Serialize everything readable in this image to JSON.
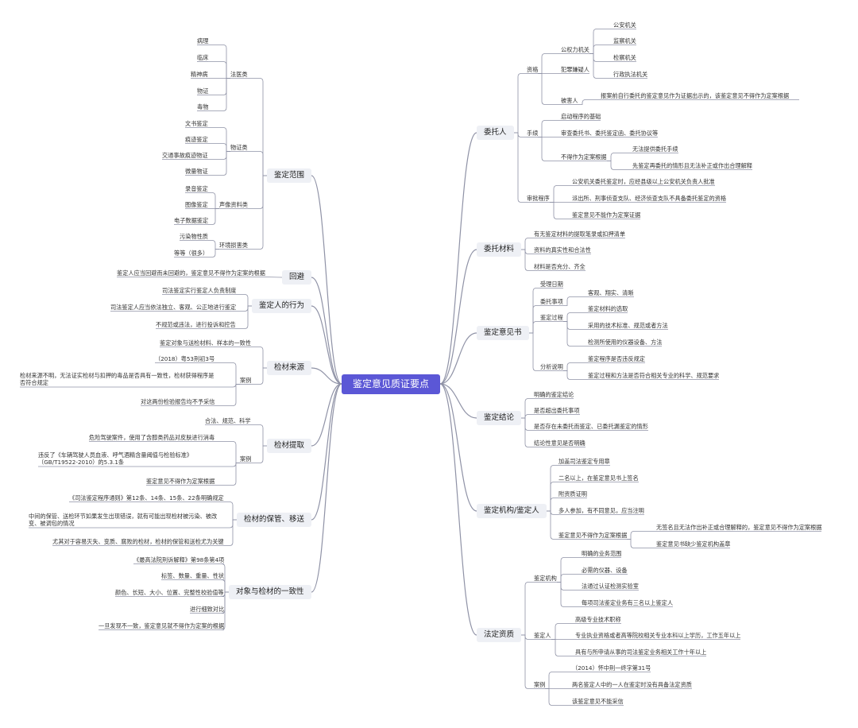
{
  "root": "鉴定意见质证要点",
  "colors": {
    "root": "#5b57d6",
    "branch_bg": "#eef0f5",
    "line": "#8f92a6"
  },
  "nodes": {
    "r1": "鉴定范围",
    "r1a": "法医类",
    "r1a1": "病理",
    "r1a2": "临床",
    "r1a3": "精神病",
    "r1a4": "物证",
    "r1a5": "毒物",
    "r1b": "物证类",
    "r1b1": "文书鉴定",
    "r1b2": "痕迹鉴定",
    "r1b3": "交通事故痕迹物证",
    "r1b4": "微量物证",
    "r1c": "声像资料类",
    "r1c1": "录音鉴定",
    "r1c2": "图像鉴定",
    "r1c3": "电子数据鉴定",
    "r1d": "环境损害类",
    "r1d1": "污染物性质",
    "r1d2": "等等（很多）",
    "r2": "回避",
    "r2a": "鉴定人应当回避而未回避的，鉴定意见不得作为定案的根据",
    "r3": "鉴定人的行为",
    "r3a": "司法鉴定实行鉴定人负责制度",
    "r3b": "司法鉴定人应当依法独立、客观、公正地进行鉴定",
    "r3c": "不规范或违法，进行投诉和控告",
    "r4": "检材来源",
    "r4a": "鉴定对象与送检材料、样本的一致性",
    "r4b": "案例",
    "r4b1": "（2018）粤53刑初3号",
    "r4b2": "检材来源不明，无法证实检材与扣押的毒品是否具有一致性，检材获得程序是否符合规定",
    "r4b3": "对这两份检验报告均不予采信",
    "r5": "检材提取",
    "r5a": "合法、规范、科学",
    "r5b": "案例",
    "r5b1": "危险驾驶案件，使用了含醇类药品对皮肤进行消毒",
    "r5b2": "违反了《车辆驾驶人员血液、呼气酒精含量阈值与检验标准》（GB/T19522-2010）的5.3.1条",
    "r5b3": "鉴定意见不得作为定案根据",
    "r6": "检材的保管、移送",
    "r6a": "《司法鉴定程序通则》第12条、14条、15条、22条明确规定",
    "r6b": "中间的保管、送检环节如果发生出现错误，就有可能出现检材被污染、被改变、被调包的情况",
    "r6c": "尤其对于容易灭失、变质、腐败的检材，检材的保管和送检尤为关键",
    "r7": "对象与检材的一致性",
    "r7a": "《最高法院刑诉解释》第98条第4项",
    "r7b": "标签、数量、重量、性状",
    "r7c": "颜色、长短、大小、位置、完整性校验值等",
    "r7d": "进行细致对比",
    "r7e": "一旦发现不一致，鉴定意见就不得作为定案的根据",
    "l1": "委托人",
    "l1a": "资格",
    "l1a1": "公权力机关",
    "l1a1a": "公安机关",
    "l1a1b": "监察机关",
    "l1a1c": "检察机关",
    "l1a1d": "行政执法机关",
    "l1a2": "犯罪嫌疑人",
    "l1a3": "被害人",
    "l1a3a": "报案前自行委托的鉴定意见作为证据出示的，该鉴定意见不得作为定案根据",
    "l1b": "手续",
    "l1b1": "启动程序的基础",
    "l1b2": "审查委托书、委托鉴定函、委托协议等",
    "l1b3": "不得作为定案根据",
    "l1b3a": "无法提供委托手续",
    "l1b3b": "先鉴定再委托的情形且无法补正或作出合理解释",
    "l1c": "审批程序",
    "l1c1": "公安机关委托鉴定时，应经县级以上公安机关负责人批准",
    "l1c2": "派出所、刑事侦查支队、经济侦查支队不具备委托鉴定的资格",
    "l1c3": "鉴定意见不能作为定案证据",
    "l2": "委托材料",
    "l2a": "有无鉴定材料的提取笔录或扣押清单",
    "l2b": "资料的真实性和合法性",
    "l2c": "材料是否充分、齐全",
    "l3": "鉴定意见书",
    "l3a": "受理日期",
    "l3b": "委托事项",
    "l3b1": "客观、翔实、清晰",
    "l3c": "鉴定过程",
    "l3c1": "鉴定材料的选取",
    "l3c2": "采用的技术标准、规范或者方法",
    "l3c3": "检测所使用的仪器设备、方法",
    "l3d": "分析说明",
    "l3d1": "鉴定程序是否违反规定",
    "l3d2": "鉴定过程和方法是否符合相关专业的科学、规范要求",
    "l4": "鉴定结论",
    "l4a": "明确的鉴定结论",
    "l4b": "是否超出委托事项",
    "l4c": "是否存在未委托而鉴定、已委托漏鉴定的情形",
    "l4d": "结论性意见是否明确",
    "l5": "鉴定机构/鉴定人",
    "l5a": "加盖司法鉴定专用章",
    "l5b": "二名以上，在鉴定意见书上签名",
    "l5c": "附资质证明",
    "l5d": "多人参加，有不同意见，应当注明",
    "l5e": "鉴定意见不得作为定案根据",
    "l5e1": "无签名且无法作出补正或合理解释的，鉴定意见不得作为定案根据",
    "l5e2": "鉴定意见书缺少鉴定机构盖章",
    "l6": "法定资质",
    "l6a": "鉴定机构",
    "l6a1": "明确的业务范围",
    "l6a2": "必需的仪器、设备",
    "l6a3": "法通过认证检测实验室",
    "l6a4": "每项司法鉴定业务有三名以上鉴定人",
    "l6b": "鉴定人",
    "l6b1": "高级专业技术职称",
    "l6b2": "专业执业资格或者高等院校相关专业本科以上学历，工作五年以上",
    "l6b3": "具有与所申请从事的司法鉴定业务相关工作十年以上",
    "l6c": "案例",
    "l6c1": "（2014）怀中刑一终字第31号",
    "l6c2": "两名鉴定人中的一人在鉴定时没有具备法定资质",
    "l6c3": "该鉴定意见不能采信"
  }
}
